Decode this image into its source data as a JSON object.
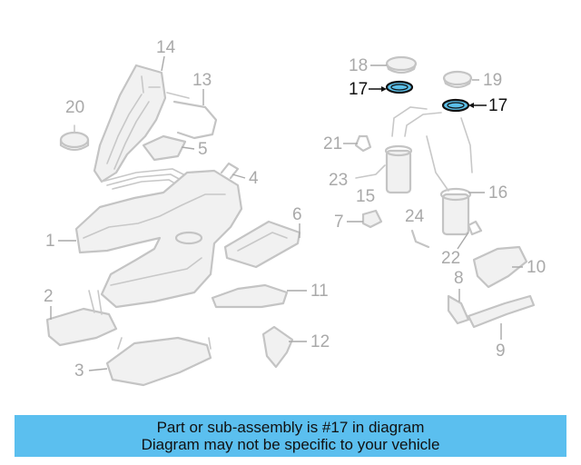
{
  "diagram": {
    "labels": {
      "p1": "1",
      "p2": "2",
      "p3": "3",
      "p4": "4",
      "p5": "5",
      "p6": "6",
      "p7": "7",
      "p8": "8",
      "p9": "9",
      "p10": "10",
      "p11": "11",
      "p12": "12",
      "p13": "13",
      "p14": "14",
      "p15": "15",
      "p16": "16",
      "p17a": "17",
      "p17b": "17",
      "p18": "18",
      "p19": "19",
      "p20": "20",
      "p21": "21",
      "p22": "22",
      "p23": "23",
      "p24": "24"
    },
    "highlight_color": "#5bbfe8"
  },
  "banner": {
    "line1": "Part or sub-assembly is #17 in diagram",
    "line2": "Diagram may not be specific to your vehicle",
    "background": "#5bbfef"
  }
}
